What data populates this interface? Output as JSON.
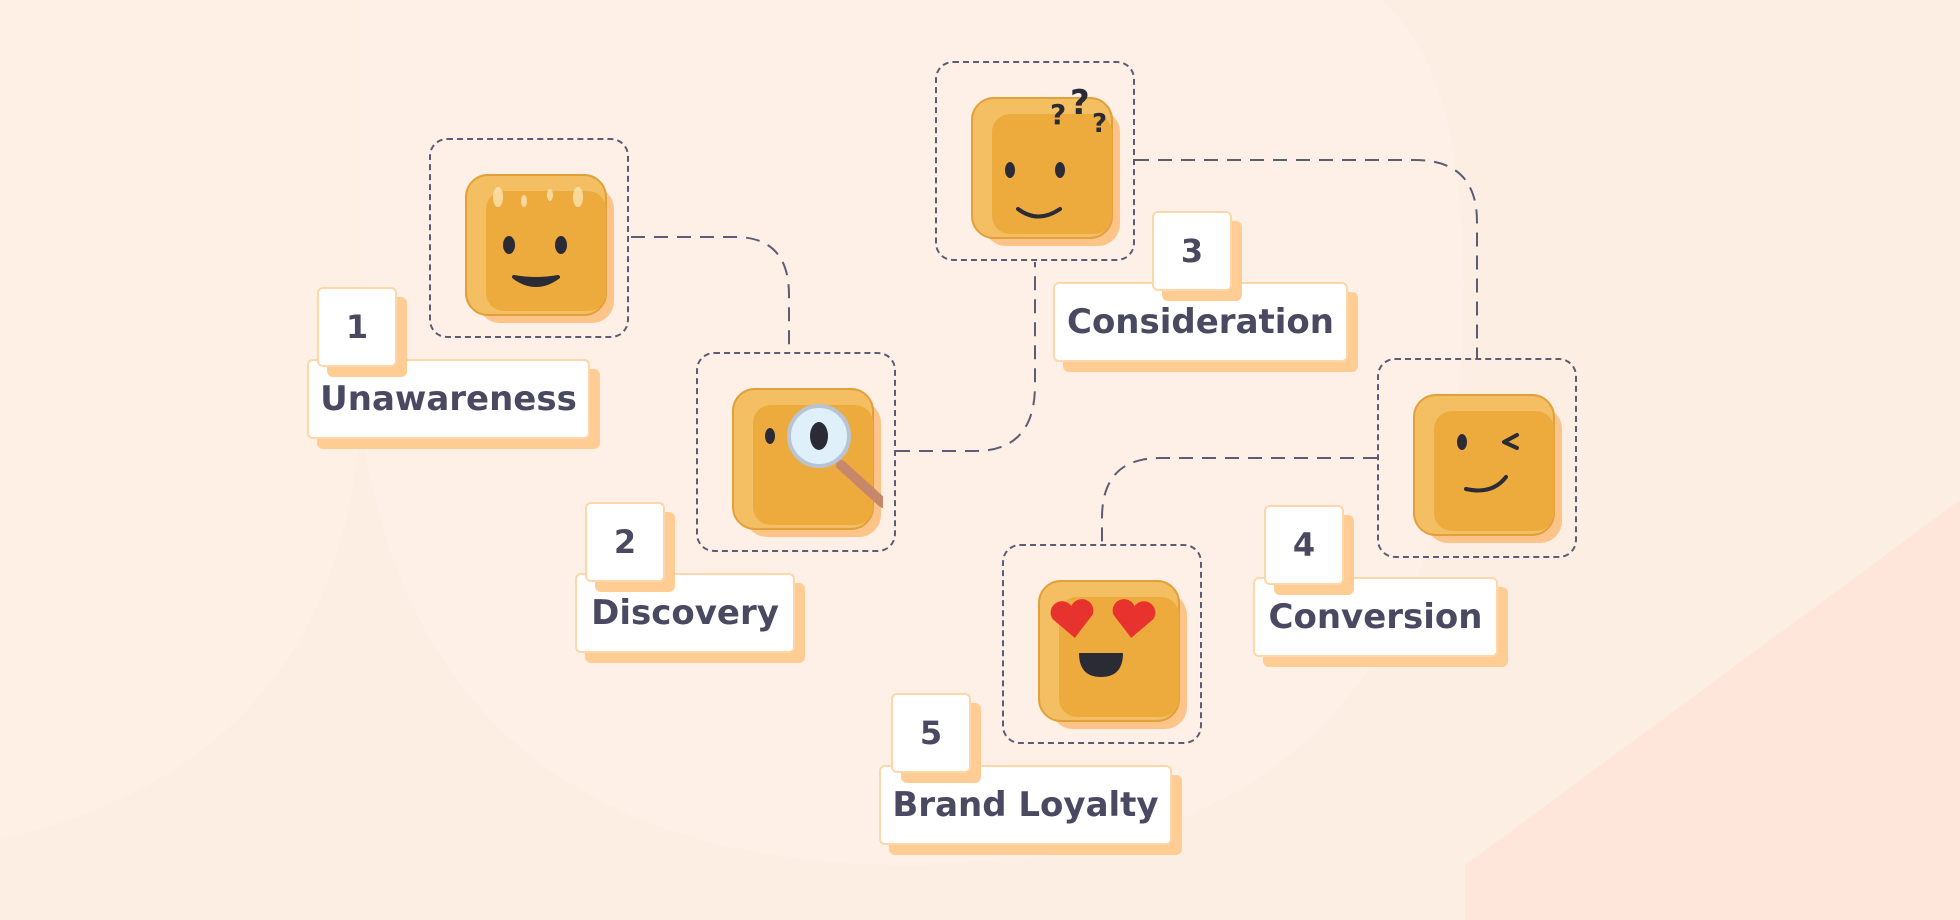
{
  "stages": [
    {
      "number": "1",
      "name": "Unawareness"
    },
    {
      "number": "2",
      "name": "Discovery"
    },
    {
      "number": "3",
      "name": "Consideration"
    },
    {
      "number": "4",
      "name": "Conversion"
    },
    {
      "number": "5",
      "name": "Brand Loyalty"
    }
  ],
  "colors": {
    "background": "#fdeee3",
    "face_fill": "#edab3e",
    "face_light": "#f3bf62",
    "face_shadow": "#fdc48a",
    "dashed_line": "#5c5d75",
    "label_text": "#4a4962",
    "label_shadow": "#ffcc94",
    "heart": "#e8322e"
  },
  "icons": [
    "smile-face-icon",
    "magnifier-face-icon",
    "confused-face-icon",
    "wink-face-icon",
    "heart-eyes-face-icon"
  ]
}
